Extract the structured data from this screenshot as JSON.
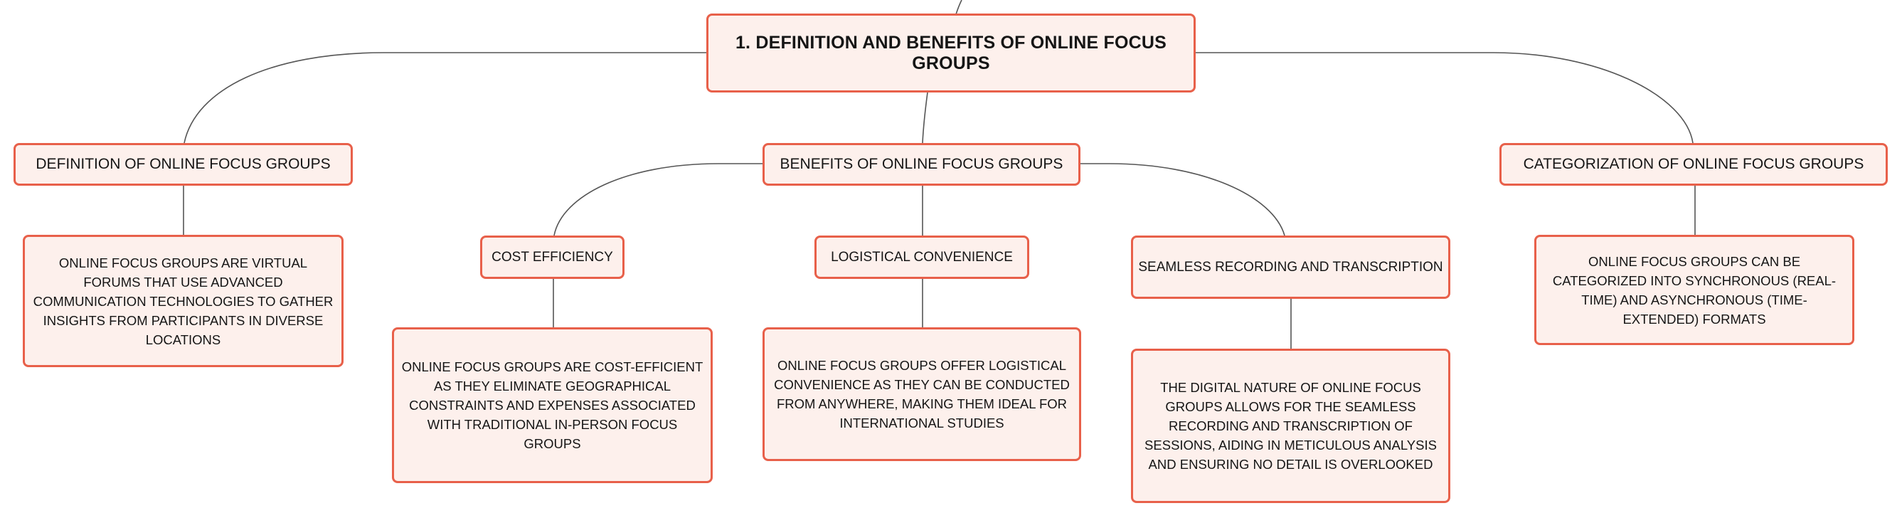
{
  "root": {
    "title": "1. DEFINITION AND BENEFITS OF ONLINE FOCUS GROUPS"
  },
  "topics": {
    "definition": {
      "title": "DEFINITION OF ONLINE FOCUS GROUPS",
      "detail": "ONLINE FOCUS GROUPS ARE VIRTUAL FORUMS THAT USE ADVANCED COMMUNICATION TECHNOLOGIES TO GATHER INSIGHTS FROM PARTICIPANTS IN DIVERSE LOCATIONS"
    },
    "benefits": {
      "title": "BENEFITS OF ONLINE FOCUS GROUPS",
      "items": [
        {
          "title": "COST EFFICIENCY",
          "detail": "ONLINE FOCUS GROUPS ARE COST-EFFICIENT AS THEY ELIMINATE GEOGRAPHICAL CONSTRAINTS AND EXPENSES ASSOCIATED WITH TRADITIONAL IN-PERSON FOCUS GROUPS"
        },
        {
          "title": "LOGISTICAL CONVENIENCE",
          "detail": "ONLINE FOCUS GROUPS OFFER LOGISTICAL CONVENIENCE AS THEY CAN BE CONDUCTED FROM ANYWHERE, MAKING THEM IDEAL FOR INTERNATIONAL STUDIES"
        },
        {
          "title": "SEAMLESS RECORDING AND TRANSCRIPTION",
          "detail": "THE DIGITAL NATURE OF ONLINE FOCUS GROUPS ALLOWS FOR THE SEAMLESS RECORDING AND TRANSCRIPTION OF SESSIONS, AIDING IN METICULOUS ANALYSIS AND ENSURING NO DETAIL IS OVERLOOKED"
        }
      ]
    },
    "categorization": {
      "title": "CATEGORIZATION OF ONLINE FOCUS GROUPS",
      "detail": "ONLINE FOCUS GROUPS CAN BE CATEGORIZED INTO SYNCHRONOUS (REAL-TIME) AND ASYNCHRONOUS (TIME-EXTENDED) FORMATS"
    }
  },
  "colors": {
    "node_border": "#e8604a",
    "node_fill": "#fdf0ec",
    "connector": "#555555",
    "text": "#151515"
  }
}
